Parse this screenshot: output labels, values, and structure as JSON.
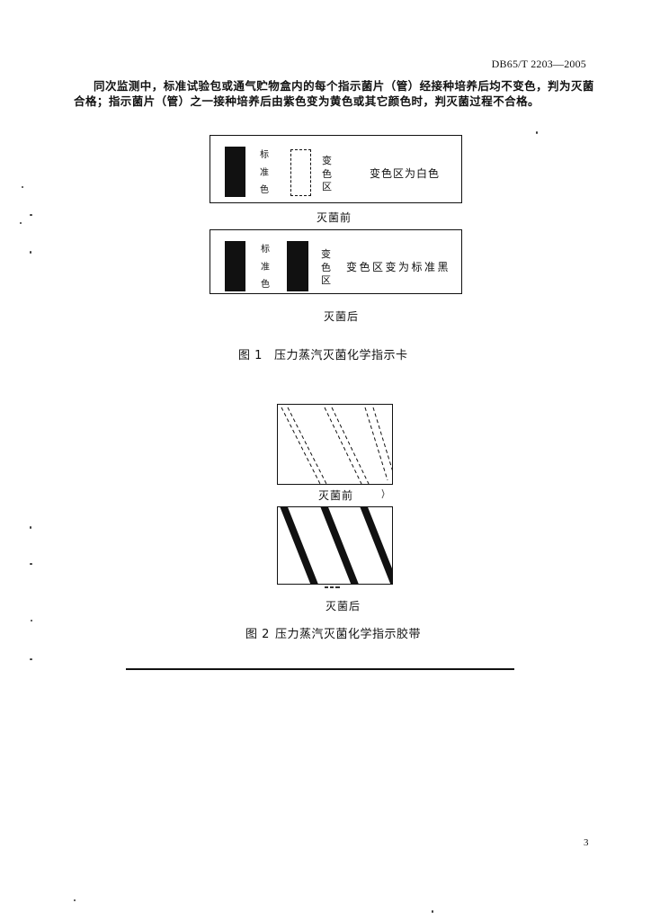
{
  "header": {
    "document_code": "DB65/T 2203—2005"
  },
  "body_text": {
    "line_1": "同次监测中，标准试验包或通气贮物盒内的每个指示菌片（管）经接种培养后均不变色，判为灭菌",
    "line_2": "合格；指示菌片（管）之一接种培养后由紫色变为黄色或其它颜色时，判灭菌过程不合格。"
  },
  "figure_1": {
    "before": {
      "standard_label": "标准色",
      "change_zone_label": "变色区",
      "note": "变色区为白色",
      "caption": "灭菌前"
    },
    "after": {
      "standard_label": "标准色",
      "change_zone_label": "变色区",
      "note": "变色区变为标准黑",
      "caption": "灭菌后"
    },
    "number": "图 1",
    "title": "压力蒸汽灭菌化学指示卡"
  },
  "figure_2": {
    "before_caption": "灭菌前",
    "after_caption": "灭菌后",
    "number": "图 2",
    "title": "压力蒸汽灭菌化学指示胶带"
  },
  "footer": {
    "page_number": "3"
  },
  "colors": {
    "ink": "#111111",
    "paper": "#ffffff"
  }
}
